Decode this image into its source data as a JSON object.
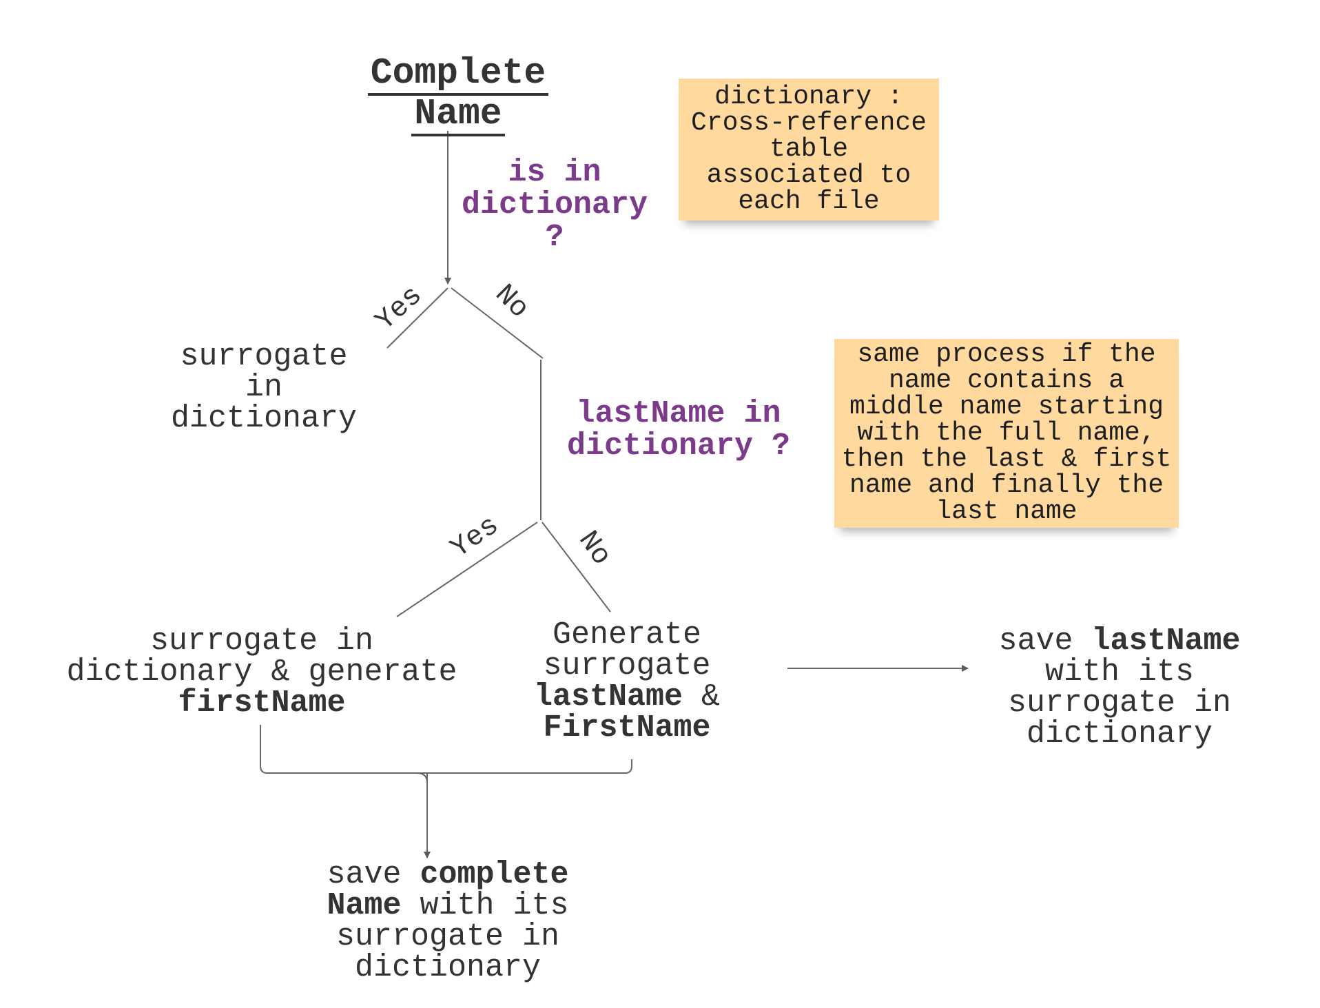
{
  "title": {
    "line1": "Complete",
    "line2": "Name"
  },
  "questions": {
    "q1": [
      "is in",
      "dictionary",
      "?"
    ],
    "q2": [
      "lastName in",
      "dictionary ?"
    ]
  },
  "branches": {
    "q1_yes": "Yes",
    "q1_no": "No",
    "q2_yes": "Yes",
    "q2_no": "No"
  },
  "nodes": {
    "surrogate_in_dictionary": [
      "surrogate",
      "in",
      "dictionary"
    ],
    "generate_first": {
      "line1": "surrogate in",
      "line2": "dictionary & generate",
      "line3_bold": "firstName"
    },
    "generate_both": {
      "line1": "Generate",
      "line2": "surrogate",
      "line3_bold": "lastName",
      "line3_rest": " &",
      "line4_bold": "FirstName"
    },
    "save_lastname": {
      "line1_pre": "save ",
      "line1_bold": "lastName",
      "line2": "with its",
      "line3": "surrogate in",
      "line4": "dictionary"
    },
    "save_complete": {
      "line1_pre": "save ",
      "line1_bold": "complete",
      "line2_bold": "Name",
      "line2_rest": " with its",
      "line3": "surrogate in",
      "line4": "dictionary"
    }
  },
  "notes": {
    "dictionary": [
      "dictionary :",
      "Cross-reference",
      "table",
      "associated to",
      "each file"
    ],
    "same_process": [
      "same process if the",
      "name contains a",
      "middle name starting",
      "with the full name,",
      "then the last & first",
      "name and finally the",
      "last name"
    ]
  },
  "colors": {
    "question": "#7b3a8a",
    "note_bg": "#ffd99e",
    "line": "#666666"
  }
}
